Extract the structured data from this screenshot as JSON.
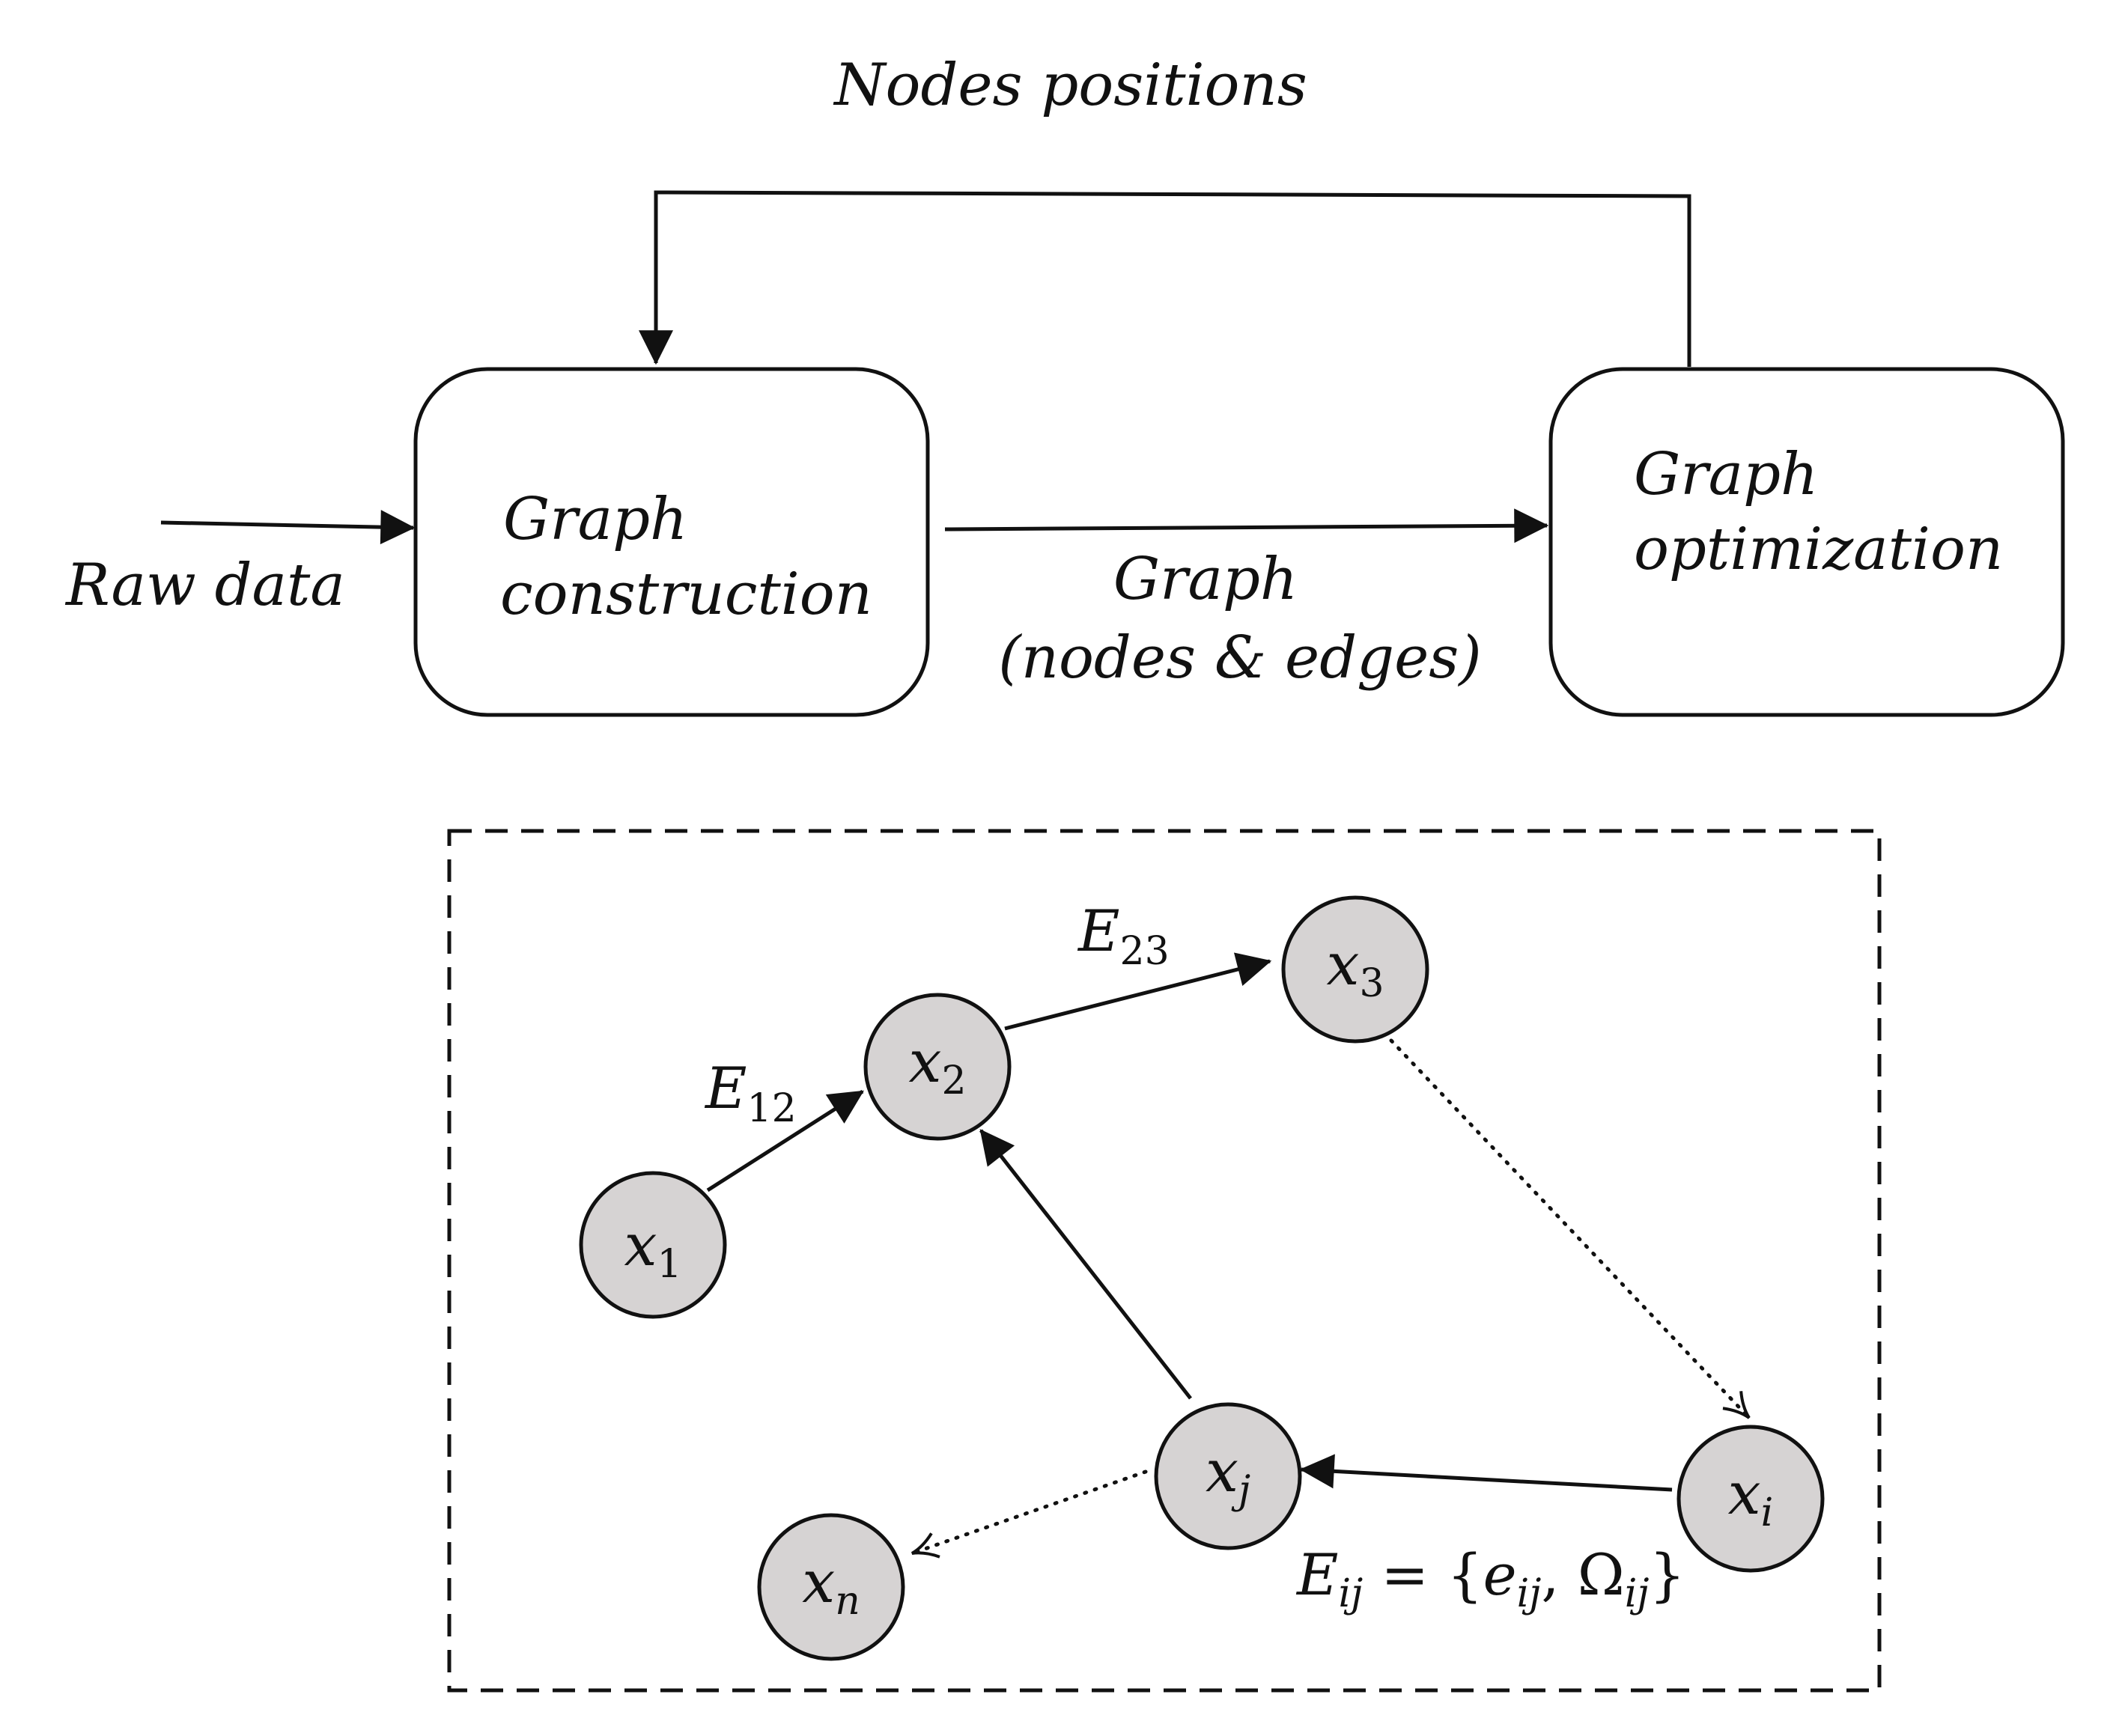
{
  "feedback": {
    "label": "Nodes positions"
  },
  "input": {
    "label": "Raw data"
  },
  "blocks": {
    "construction": {
      "line1": "Graph",
      "line2": "construction"
    },
    "optimization": {
      "line1": "Graph",
      "line2": "optimization"
    }
  },
  "link": {
    "line1": "Graph",
    "line2": "(nodes & edges)"
  },
  "graph": {
    "nodes": {
      "x1": {
        "base": "x",
        "sub": "1"
      },
      "x2": {
        "base": "x",
        "sub": "2"
      },
      "x3": {
        "base": "x",
        "sub": "3"
      },
      "xj": {
        "base": "x",
        "sub": "j"
      },
      "xi": {
        "base": "x",
        "sub": "i"
      },
      "xn": {
        "base": "x",
        "sub": "n"
      }
    },
    "edges": {
      "e12": {
        "base": "E",
        "sub": "12"
      },
      "e23": {
        "base": "E",
        "sub": "23"
      },
      "eij": {
        "base": "E",
        "sub": "ij",
        "eq": " = {",
        "e": "e",
        "esub": "ij",
        "sep": ", ",
        "omega": "Ω",
        "osub": "ij",
        "close": "}"
      }
    }
  },
  "colors": {
    "node_fill": "#d6d3d3",
    "stroke": "#111111"
  }
}
